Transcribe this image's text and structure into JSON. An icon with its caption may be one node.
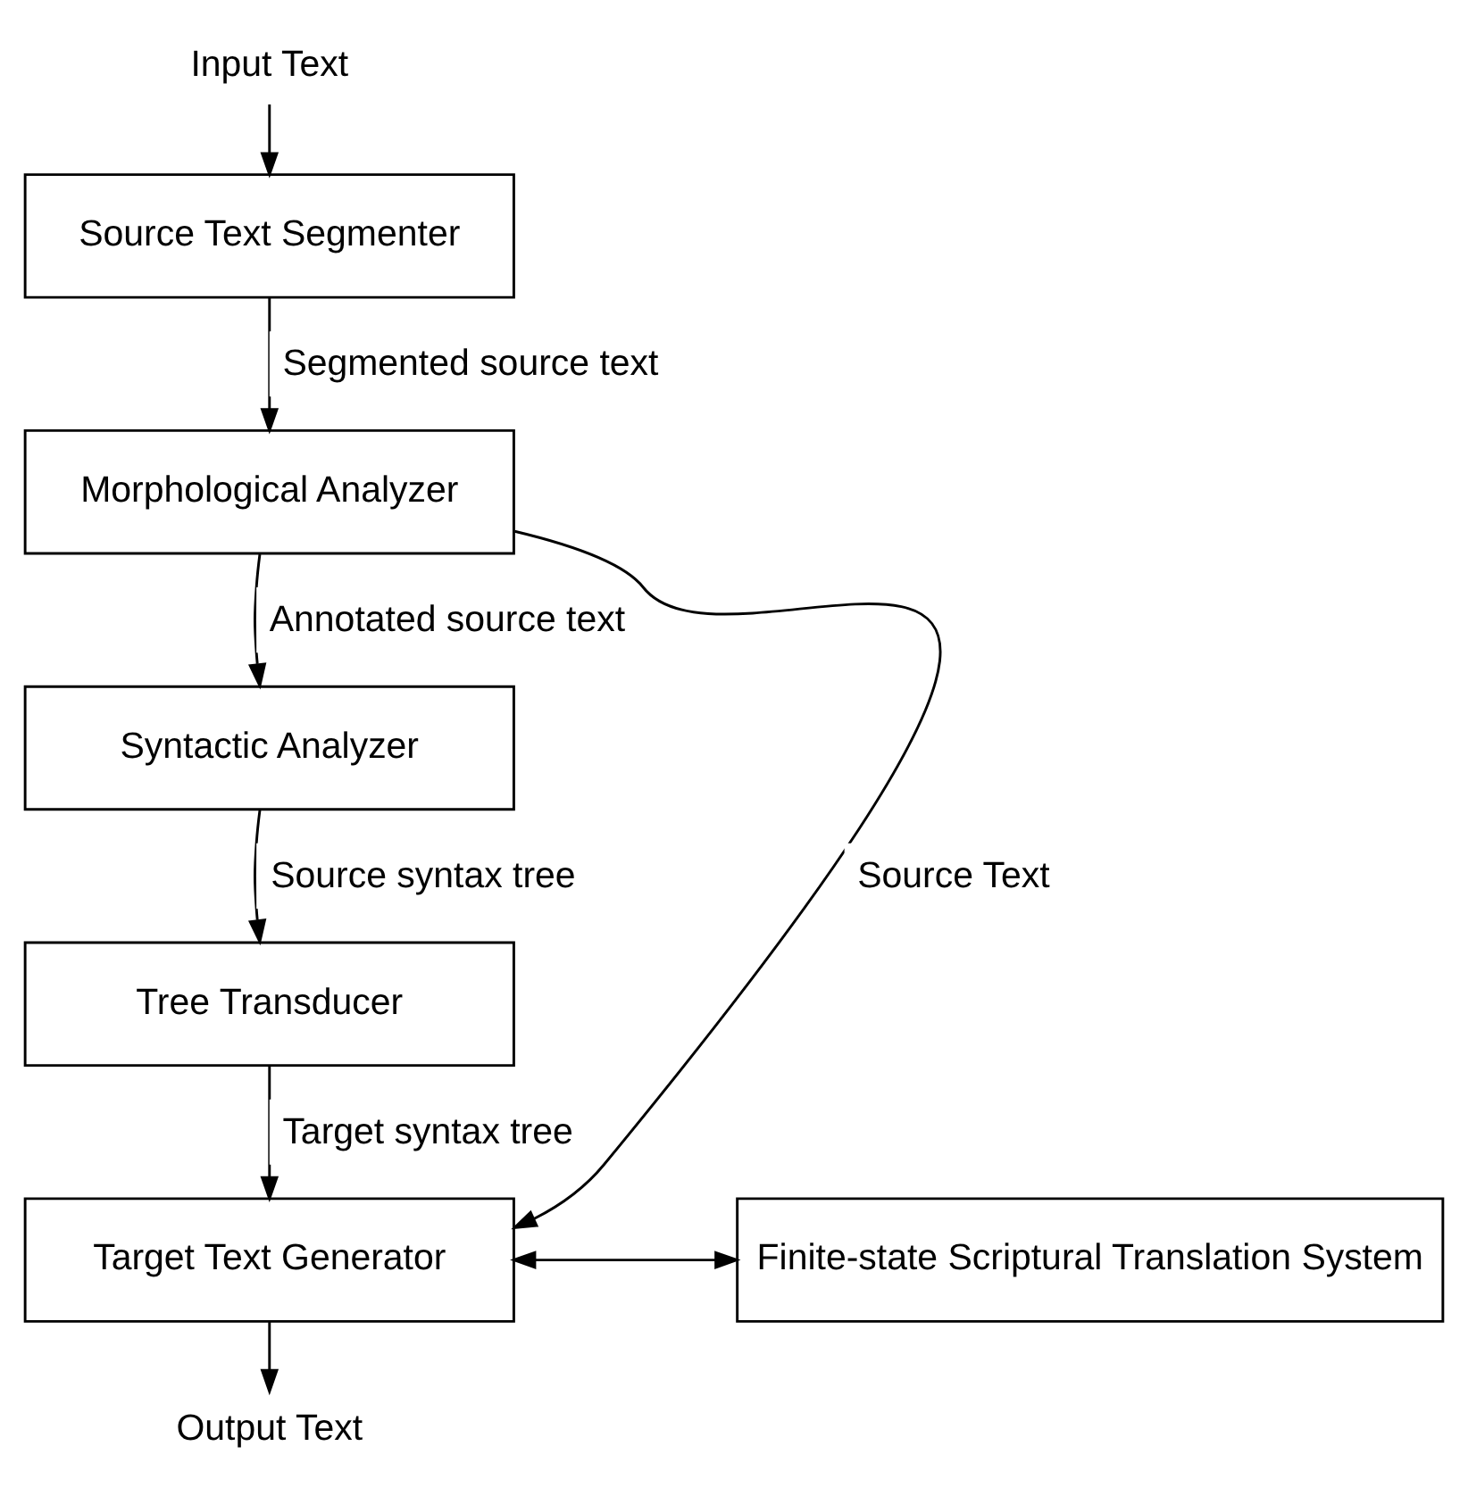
{
  "diagram": {
    "nodes": [
      {
        "text": [
          "Input Text"
        ]
      },
      {
        "text": [
          "Source Text Segmenter"
        ]
      },
      {
        "text": [
          "Morphological Analyzer"
        ]
      },
      {
        "text": [
          "Syntactic Analyzer"
        ]
      },
      {
        "text": [
          "Tree Transducer"
        ]
      },
      {
        "text": [
          "Target Text Generator"
        ]
      },
      {
        "text": [
          "Finite-state Scriptural Translation System"
        ]
      },
      {
        "text": [
          "Output Text"
        ]
      }
    ],
    "edges": [
      {
        "from": 0,
        "to": 1,
        "arrow": "to"
      },
      {
        "from": 1,
        "to": 2,
        "arrow": "to",
        "label": "Segmented source text"
      },
      {
        "from": 2,
        "to": 3,
        "arrow": "to",
        "label": "Annotated source text"
      },
      {
        "from": 3,
        "to": 4,
        "arrow": "to",
        "label": "Source syntax tree"
      },
      {
        "from": 4,
        "to": 5,
        "arrow": "to",
        "label": "Target syntax tree"
      },
      {
        "from": 2,
        "to": 5,
        "arrow": "to",
        "label": "Source Text"
      },
      {
        "from": 5,
        "to": 6,
        "arrow": "both"
      },
      {
        "from": 5,
        "to": 7,
        "arrow": "to"
      }
    ]
  }
}
